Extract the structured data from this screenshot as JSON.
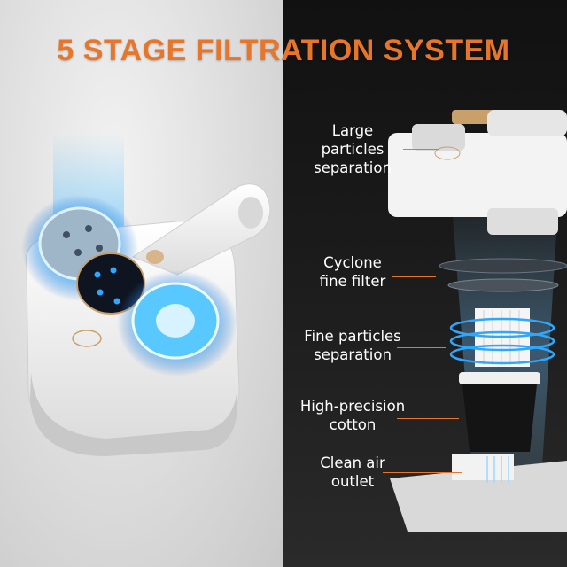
{
  "title": "5 STAGE FILTRATION SYSTEM",
  "stages": [
    {
      "line1": "Large",
      "line2": "particles",
      "line3": "separation"
    },
    {
      "line1": "Cyclone",
      "line2": "fine filter"
    },
    {
      "line1": "Fine particles",
      "line2": "separation"
    },
    {
      "line1": "High-precision",
      "line2": "cotton"
    },
    {
      "line1": "Clean air",
      "line2": "outlet"
    }
  ],
  "colors": {
    "title": "#e8762a",
    "glow": "#2ea8ff",
    "leader": "#e8762a"
  },
  "icons": [
    "device-power-icon",
    "device-mode-icons"
  ]
}
